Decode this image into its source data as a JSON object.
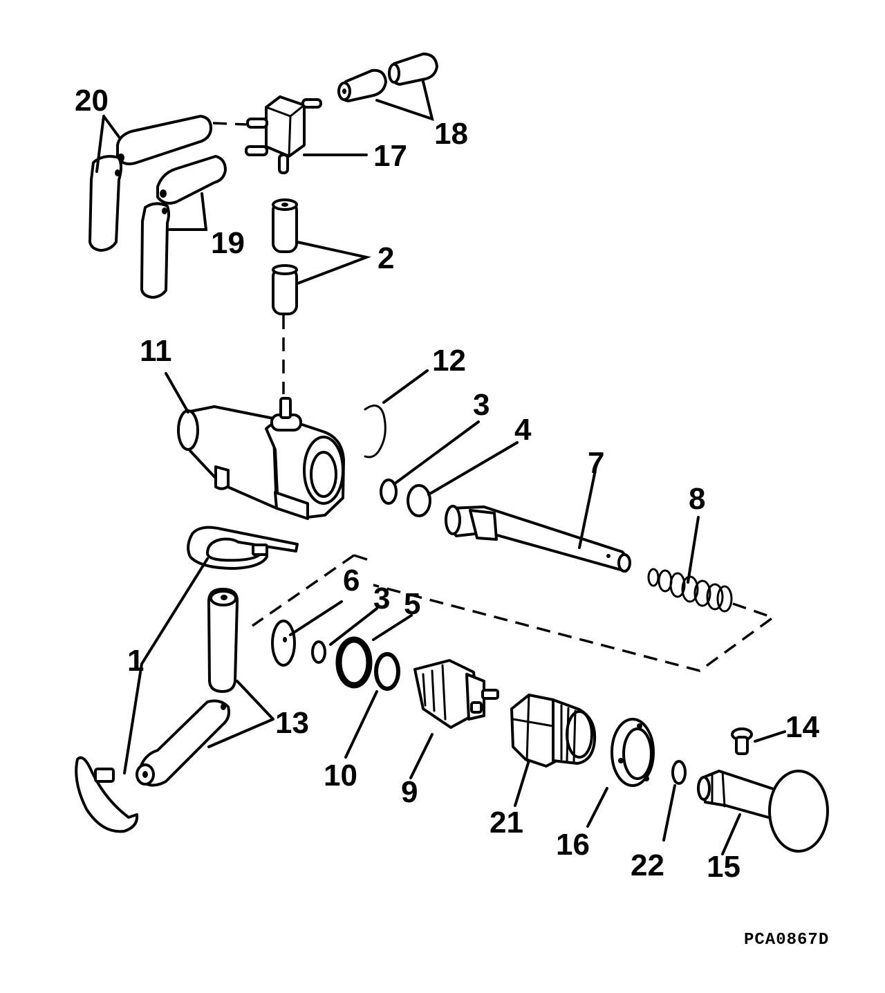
{
  "callouts": {
    "c1": "1",
    "c2": "2",
    "c3a": "3",
    "c3b": "3",
    "c4": "4",
    "c5": "5",
    "c6": "6",
    "c7": "7",
    "c8": "8",
    "c9": "9",
    "c10": "10",
    "c11": "11",
    "c12": "12",
    "c13": "13",
    "c14": "14",
    "c15": "15",
    "c16": "16",
    "c17": "17",
    "c18": "18",
    "c19": "19",
    "c20": "20",
    "c21": "21",
    "c22": "22"
  },
  "drawing_code": "PCA0867D"
}
